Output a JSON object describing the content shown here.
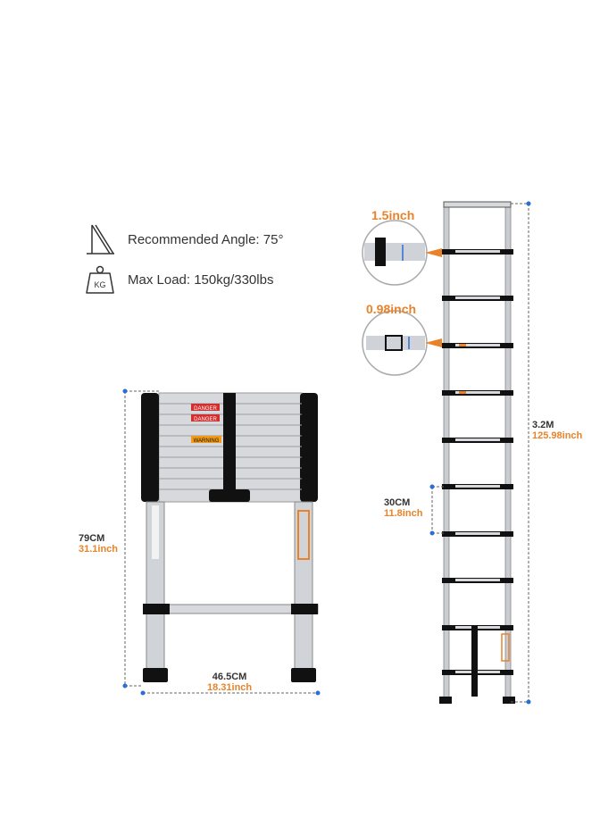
{
  "specs": {
    "angle": {
      "icon": "ladder-angle-icon",
      "label": "Recommended Angle: 75°"
    },
    "load": {
      "icon": "kg-weight-icon",
      "icon_text": "KG",
      "label": "Max Load: 150kg/330lbs"
    }
  },
  "closed_ladder": {
    "height_cm": "79CM",
    "height_in": "31.1inch",
    "width_cm": "46.5CM",
    "width_in": "18.31inch",
    "labels": {
      "danger_1": "DANGER",
      "danger_2": "DANGER",
      "warning": "WARNING"
    }
  },
  "open_ladder": {
    "height_m": "3.2M",
    "height_in": "125.98inch",
    "rung_spacing_cm": "30CM",
    "rung_spacing_in": "11.8inch",
    "callout_top": "1.5inch",
    "callout_bottom": "0.98inch"
  },
  "colors": {
    "accent": "#e8832a",
    "dimension_dot": "#2a6fd6",
    "frame": "#111111",
    "metal": "#c9ccd1"
  }
}
